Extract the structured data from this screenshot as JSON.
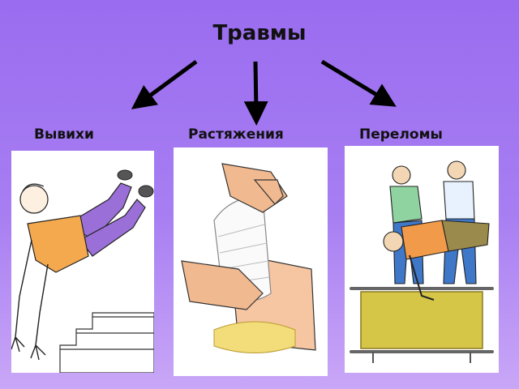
{
  "title": "Травмы",
  "categories": [
    {
      "label": "Вывихи",
      "illustration": "falling-person-on-stairs"
    },
    {
      "label": "Растяжения",
      "illustration": "ankle-bandaging"
    },
    {
      "label": "Переломы",
      "illustration": "stretcher-carry"
    }
  ]
}
